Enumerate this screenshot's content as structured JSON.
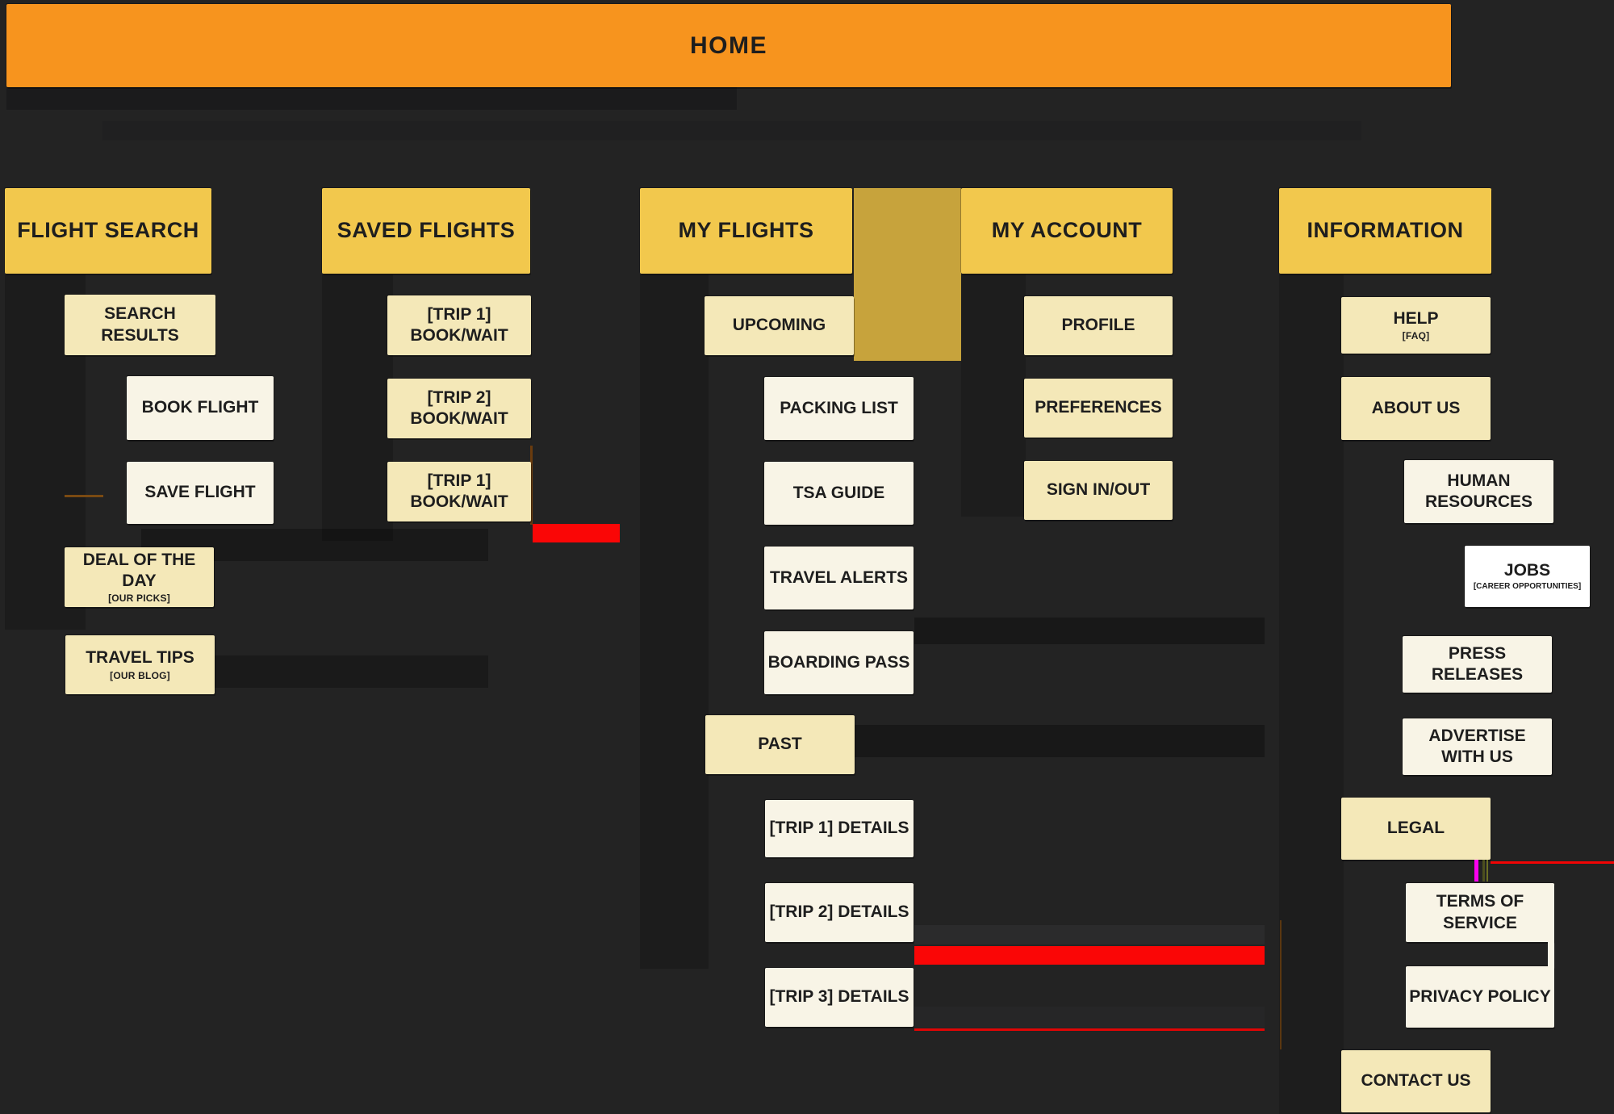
{
  "title_bar": {
    "label": "HOME"
  },
  "palette": {
    "background": "#232323",
    "home_orange": "#F7941E",
    "header_gold": "#F2C84D",
    "pale_yellow": "#F4E8B8",
    "cream": "#F8F4E6",
    "white": "#FFFFFF",
    "marker_red": "#FA0606",
    "marker_magenta": "#FF00F0",
    "band_mustard": "#C7A33C",
    "text": "#1E1E1E"
  },
  "sections": {
    "flight_search": {
      "label": "FLIGHT SEARCH",
      "search_results": "SEARCH RESULTS",
      "book_flight": "BOOK FLIGHT",
      "save_flight": "SAVE FLIGHT",
      "deal_of_the_day": "DEAL OF THE DAY",
      "deal_sub": "[OUR PICKS]",
      "travel_tips": "TRAVEL TIPS",
      "travel_tips_sub": "[OUR BLOG]"
    },
    "saved_flights": {
      "label": "SAVED FLIGHTS",
      "trip1": {
        "line1": "[TRIP 1]",
        "line2": "BOOK/WAIT"
      },
      "trip2": {
        "line1": "[TRIP 2]",
        "line2": "BOOK/WAIT"
      },
      "trip3": {
        "line1": "[TRIP 1]",
        "line2": "BOOK/WAIT"
      }
    },
    "my_flights": {
      "label": "MY FLIGHTS",
      "upcoming": "UPCOMING",
      "packing_list": "PACKING LIST",
      "tsa_guide": "TSA GUIDE",
      "travel_alerts": "TRAVEL ALERTS",
      "boarding_pass": "BOARDING PASS",
      "past": "PAST",
      "trip1_details": "[TRIP 1] DETAILS",
      "trip2_details": "[TRIP 2] DETAILS",
      "trip3_details": "[TRIP 3] DETAILS"
    },
    "my_account": {
      "label": "MY ACCOUNT",
      "profile": "PROFILE",
      "preferences": "PREFERENCES",
      "sign_in_out": "SIGN IN/OUT"
    },
    "information": {
      "label": "INFORMATION",
      "help": "HELP",
      "help_sub": "[FAQ]",
      "about_us": "ABOUT US",
      "human_resources": {
        "line1": "HUMAN",
        "line2": "RESOURCES"
      },
      "jobs": "JOBS",
      "jobs_sub": "[CAREER OPPORTUNITIES]",
      "press_releases": "PRESS RELEASES",
      "advertise": {
        "line1": "ADVERTISE",
        "line2": "WITH US"
      },
      "legal": "LEGAL",
      "terms": {
        "line1": "TERMS OF",
        "line2": "SERVICE"
      },
      "privacy_policy": "PRIVACY POLICY",
      "contact_us": "CONTACT US"
    }
  }
}
